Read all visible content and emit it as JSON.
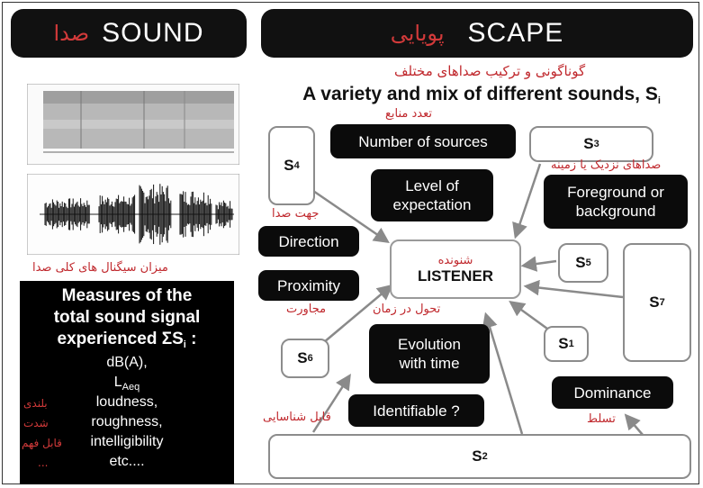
{
  "header_left": {
    "fa": "صدا",
    "en": "SOUND"
  },
  "header_right": {
    "fa": "پویایی",
    "en": "SCAPE"
  },
  "subtitle_fa": "گوناگونی و ترکیب صداهای مختلف",
  "subtitle_en": "A variety and mix of different sounds, S",
  "subtitle_sub": "i",
  "left_panel": {
    "signal_label_fa": "میزان سیگنال های کلی صدا",
    "measures_title": [
      "Measures of the",
      "total sound signal"
    ],
    "measures_experienced": "experienced ΣS",
    "measures_experienced_sub": "i",
    "measures_colon": " :",
    "dba": "dB(A),",
    "laeq_main": "L",
    "laeq_sub": "Aeq",
    "loudness": "loudness,",
    "roughness": "roughness,",
    "intelligibility": "intelligibility",
    "etc": "etc....",
    "fa_loudness": "بلندی",
    "fa_roughness": "شدت",
    "fa_intelligibility": "قابل فهم",
    "fa_etc": "..."
  },
  "dark_boxes": {
    "number_of_sources": "Number of sources",
    "level_of_expectation": [
      "Level of",
      "expectation"
    ],
    "foreground": [
      "Foreground or",
      "background"
    ],
    "direction": "Direction",
    "proximity": "Proximity",
    "evolution": [
      "Evolution",
      "with time"
    ],
    "identifiable": "Identifiable ?",
    "dominance": "Dominance"
  },
  "fa_labels": {
    "number_of_sources": "تعدد منابع",
    "direction": "جهت صدا",
    "foreground": "صداهای نزدیک یا زمینه",
    "listener": "شنونده",
    "proximity": "مجاورت",
    "evolution": "تحول در زمان",
    "identifiable": "قابل شناسایی",
    "dominance": "تسلط"
  },
  "listener": "LISTENER",
  "sources": {
    "s1": {
      "main": "S",
      "sub": "1"
    },
    "s2": {
      "main": "S",
      "sub": "2"
    },
    "s3": {
      "main": "S",
      "sub": "3"
    },
    "s4": {
      "main": "S",
      "sub": "4"
    },
    "s5": {
      "main": "S",
      "sub": "5"
    },
    "s6": {
      "main": "S",
      "sub": "6"
    },
    "s7": {
      "main": "S",
      "sub": "7"
    }
  }
}
